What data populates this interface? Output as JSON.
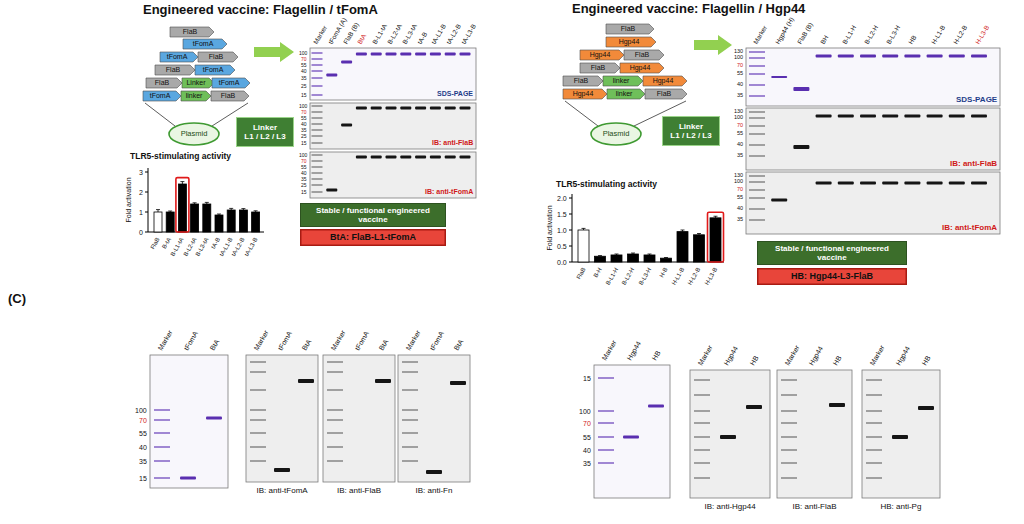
{
  "diagram": {
    "nodes": [
      {
        "text": [
          "FlaB"
        ]
      },
      {
        "text": [
          "tFomA"
        ]
      },
      {
        "text": [
          "tFomA"
        ]
      },
      {
        "text": [
          "FlaB"
        ]
      },
      {
        "text": [
          "FlaB"
        ]
      },
      {
        "text": [
          "tFomA"
        ]
      },
      {
        "text": [
          "FlaB"
        ]
      },
      {
        "text": [
          "Linker"
        ]
      },
      {
        "text": [
          "tFomA"
        ]
      },
      {
        "text": [
          "tFomA"
        ]
      },
      {
        "text": [
          "linker"
        ]
      },
      {
        "text": [
          "FlaB"
        ]
      },
      {
        "text": [
          "Plasmid"
        ]
      },
      {
        "text": [
          "Linker",
          "L1 / L2 / L3"
        ]
      },
      {
        "text": [
          "Stable / functional engineered vaccine"
        ]
      },
      {
        "text": [
          "BtA: FlaB-L1-tFomA"
        ]
      },
      {
        "text": [
          "FlaB"
        ]
      },
      {
        "text": [
          "Hgp44"
        ]
      },
      {
        "text": [
          "Hgp44"
        ]
      },
      {
        "text": [
          "FlaB"
        ]
      },
      {
        "text": [
          "FlaB"
        ]
      },
      {
        "text": [
          "Hgp44"
        ]
      },
      {
        "text": [
          "FlaB"
        ]
      },
      {
        "text": [
          "linker"
        ]
      },
      {
        "text": [
          "Hgp44"
        ]
      },
      {
        "text": [
          "Hgp44"
        ]
      },
      {
        "text": [
          "linker"
        ]
      },
      {
        "text": [
          "FlaB"
        ]
      },
      {
        "text": [
          "Plasmid"
        ]
      },
      {
        "text": [
          "Linker",
          "L1 / L2 / L3"
        ]
      },
      {
        "text": [
          "Stable / functional engineered vaccine"
        ]
      },
      {
        "text": [
          "HB: Hgp44-L3-FlaB"
        ]
      }
    ],
    "labels": [
      "Engineered vaccine: Flagellin / tFomA",
      "Marker",
      "tFomA (A)",
      "FlaB (B)",
      "BtA",
      "B-L1-tA",
      "B-L2-tA",
      "B-L3-tA",
      "tA-B",
      "tA-L1-B",
      "tA-L2-B",
      "tA-L3-B",
      "100",
      "70",
      "55",
      "40",
      "35",
      "25",
      "15",
      "SDS-PAGE",
      "100",
      "70",
      "55",
      "40",
      "35",
      "25",
      "15",
      "IB: anti-FlaB",
      "100",
      "70",
      "55",
      "40",
      "35",
      "25",
      "15",
      "IB: anti-tFomA",
      "TLR5-stimulating activity",
      "Fold activation",
      "0",
      "1",
      "2",
      "3",
      "FlaB",
      "B-tA",
      "B-L1-tA",
      "B-L2-tA",
      "B-L3-tA",
      "tA-B",
      "tA-L1-B",
      "tA-L2-B",
      "tA-L3-B",
      "Engineered vaccine: Flagellin / Hgp44",
      "Marker",
      "Hgp44 (H)",
      "FlaB (B)",
      "BH",
      "B-L1-H",
      "B-L2-H",
      "B-L3-H",
      "HB",
      "H-L1-B",
      "H-L2-B",
      "H-L3-B",
      "130",
      "100",
      "70",
      "55",
      "40",
      "35",
      "SDS-PAGE",
      "130",
      "100",
      "70",
      "55",
      "40",
      "35",
      "IB: anti-FlaB",
      "130",
      "100",
      "70",
      "55",
      "40",
      "35",
      "IB: anti-tFomA",
      "TLR5-stimulating activity",
      "Fold activation",
      "0.0",
      "0.5",
      "1.0",
      "1.5",
      "2.0",
      "FlaB",
      "B-H",
      "B-L1-H",
      "B-L2-H",
      "B-L3-H",
      "H-B",
      "H-L1-B",
      "H-L2-B",
      "H-L3-B",
      "(C)",
      "Marker",
      "tFomA",
      "BtA",
      "100",
      "70",
      "55",
      "40",
      "35",
      "15",
      "Marker",
      "tFomA",
      "BtA",
      "IB: anti-tFomA",
      "Marker",
      "tFomA",
      "BtA",
      "IB: anti-FlaB",
      "Marker",
      "tFomA",
      "BtA",
      "IB: anti-Fn",
      "Marker",
      "Hgp44",
      "HB",
      "15",
      "100",
      "70",
      "55",
      "40",
      "35",
      "Marker",
      "Hgp44",
      "HB",
      "IB: anti-Hgp44",
      "Marker",
      "Hgp44",
      "HB",
      "IB: anti-FlaB",
      "Marker",
      "Hgp44",
      "HB",
      "HB: anti-Pg"
    ]
  }
}
